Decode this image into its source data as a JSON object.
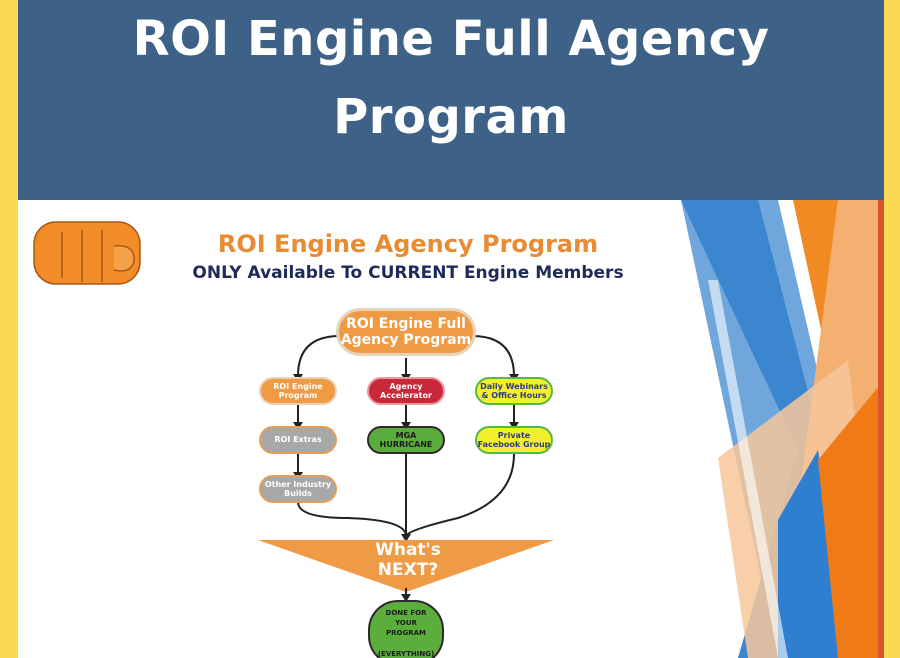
{
  "banner": {
    "title_line1": "ROI Engine Full Agency",
    "title_line2": "Program",
    "background": "#3e6187"
  },
  "frame_color": "#fcd955",
  "slide": {
    "title": "ROI Engine Agency Program",
    "subtitle": "ONLY Available To CURRENT Engine Members",
    "logo_icon": "fist-icon",
    "diagram": {
      "root": "ROI Engine Full\nAgency Program",
      "left_column": [
        "ROI Engine\nProgram",
        "ROI Extras",
        "Other Industry\nBuilds"
      ],
      "middle_column": [
        "Agency\nAccelerator",
        "MGA\nHURRICANE"
      ],
      "right_column": [
        "Daily Webinars\n& Office Hours",
        "Private\nFacebook Group"
      ],
      "next": "What's\nNEXT?",
      "final": "DONE FOR\nYOUR\nPROGRAM\n\n(EVERYTHING)"
    },
    "colors": {
      "orange": "#ef9a44",
      "red": "#c8283a",
      "yellow": "#f2f02e",
      "green": "#5cae3c",
      "gray": "#a8a8a8",
      "blue": "#3b86cf"
    }
  }
}
